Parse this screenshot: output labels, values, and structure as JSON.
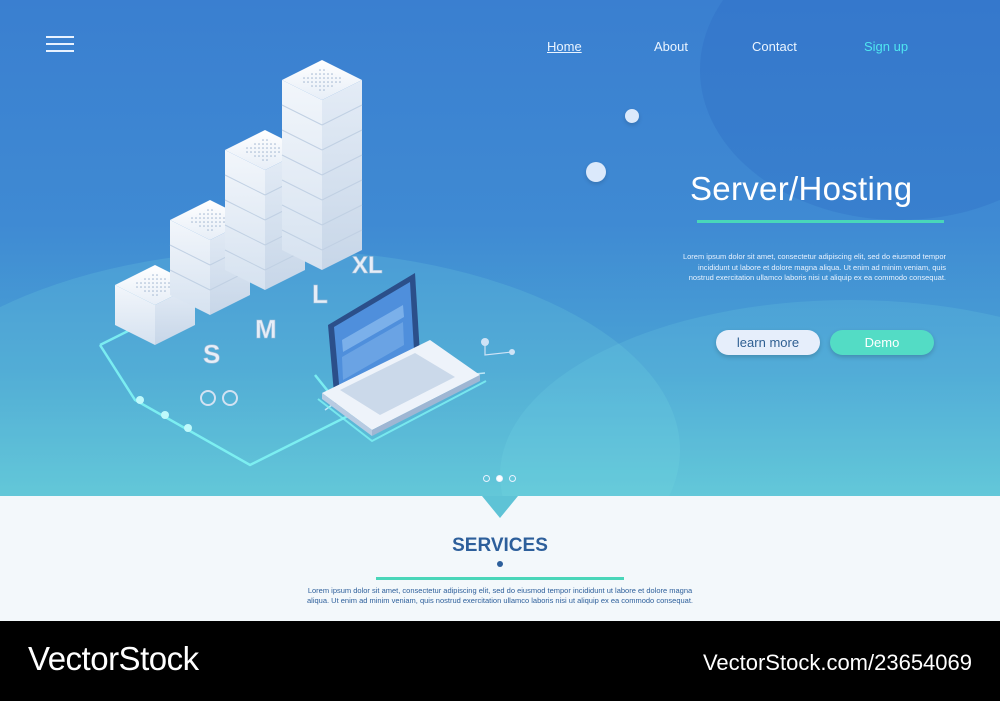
{
  "header": {
    "nav": [
      "Home",
      "About",
      "Contact",
      "Sign up"
    ]
  },
  "hero": {
    "title": "Server/Hosting",
    "body": "Lorem ipsum dolor sit amet, consectetur adipiscing elit, sed do eiusmod tempor incididunt ut labore et dolore magna aliqua. Ut enim ad minim veniam, quis nostrud exercitation ullamco laboris nisi ut aliquip ex ea commodo consequat.",
    "buttons": {
      "learn_more": "learn more",
      "demo": "Demo"
    },
    "carousel": {
      "total": 3,
      "active": 2
    },
    "illustration_letters": [
      "S",
      "M",
      "L",
      "XL"
    ]
  },
  "services": {
    "title": "SERVICES",
    "body": "Lorem ipsum dolor sit amet, consectetur adipiscing elit, sed do eiusmod tempor incididunt ut labore et dolore magna aliqua. Ut enim ad minim veniam, quis nostrud exercitation ullamco laboris nisi ut aliquip ex ea commodo consequat."
  },
  "footer": {
    "brand": "VectorStock",
    "stock_id": "VectorStock.com/23654069"
  },
  "colors": {
    "accent": "#49d6b9",
    "signup": "#4fe6f0",
    "services_title": "#2d5f9b"
  }
}
